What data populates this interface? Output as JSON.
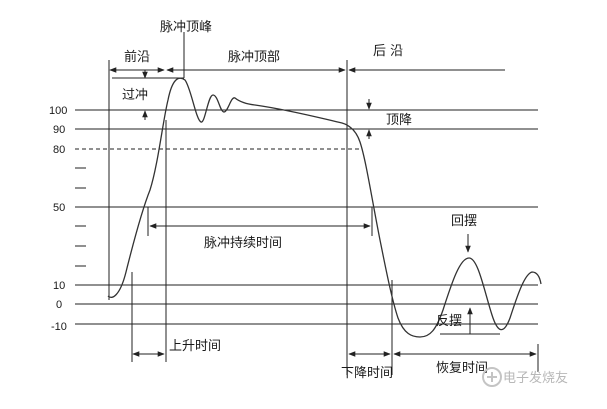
{
  "labels": {
    "leading_edge": "前沿",
    "pulse_peak": "脉冲顶峰",
    "pulse_top": "脉冲顶部",
    "trailing_edge": "后 沿",
    "overshoot": "过冲",
    "droop": "顶降",
    "pulse_duration": "脉冲持续时间",
    "backswing": "回摆",
    "reverse_swing": "反摆",
    "rise_time": "上升时间",
    "fall_time": "下降时间",
    "recovery_time": "恢复时间"
  },
  "y_ticks": [
    "100",
    "90",
    "80",
    "50",
    "10",
    "0",
    "-10"
  ],
  "watermark": "电子发烧友"
}
